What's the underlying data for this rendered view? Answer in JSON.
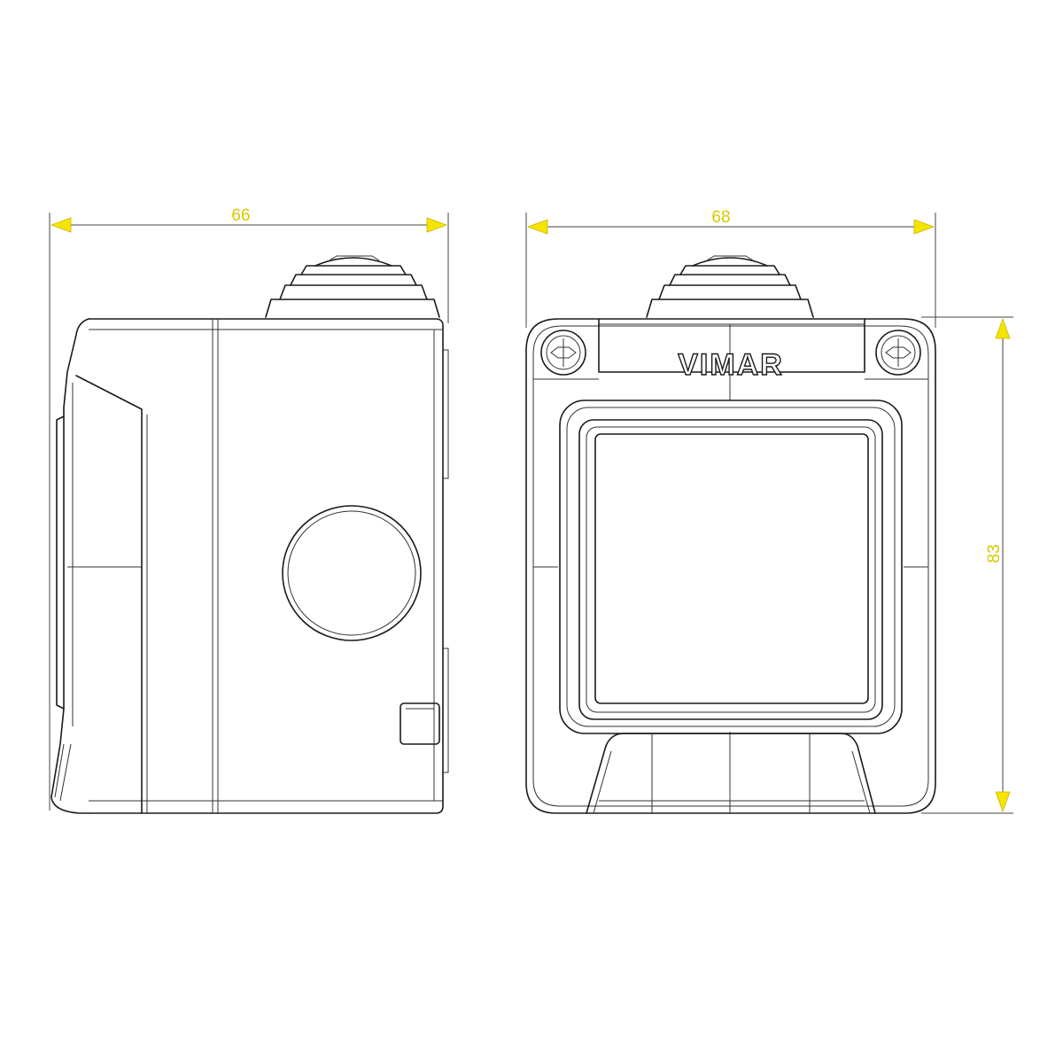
{
  "dimensions": {
    "side_width": "66",
    "front_width": "68",
    "front_height": "83"
  },
  "brand": "VIMAR",
  "colors": {
    "dimension_text": "#d8c800",
    "arrow_fill": "#f5e400",
    "line": "#1a1a1a"
  }
}
